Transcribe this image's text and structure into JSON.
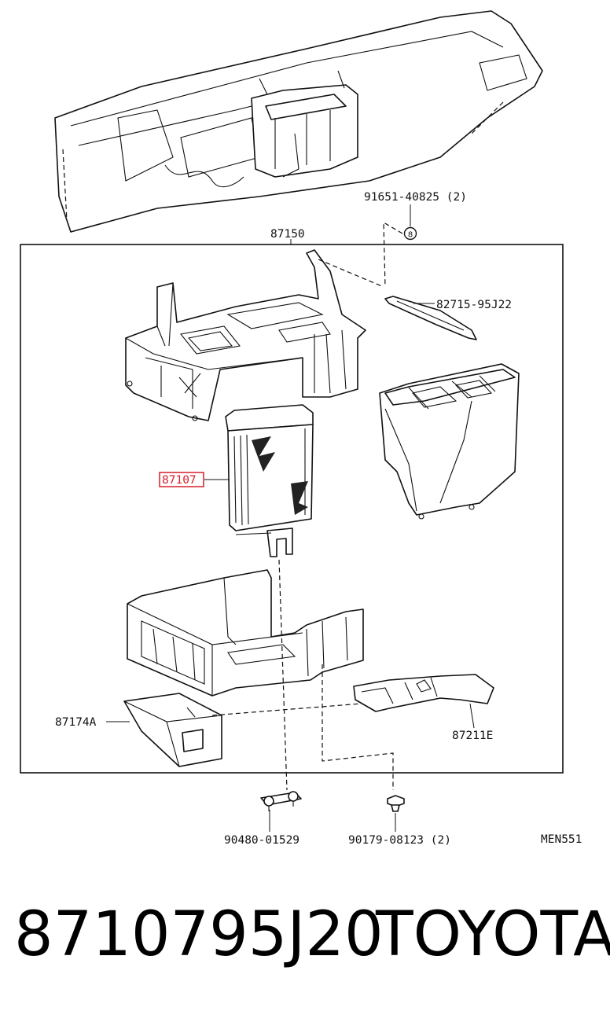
{
  "callouts": {
    "bolt_top": "91651-40825 (2)",
    "assembly": "87150",
    "bracket": "82715-95J22",
    "heater_core": "87107",
    "duct_left": "87174A",
    "duct_right": "87211E",
    "clip_left": "90480-01529",
    "screw_right": "90179-08123 (2)",
    "diagram_code": "MEN551",
    "bolt_marker": "8"
  },
  "footer": {
    "part_number": "8710795J20",
    "brand": "TOYOTA"
  },
  "colors": {
    "highlight": "#d61f2a",
    "line": "#111111"
  }
}
